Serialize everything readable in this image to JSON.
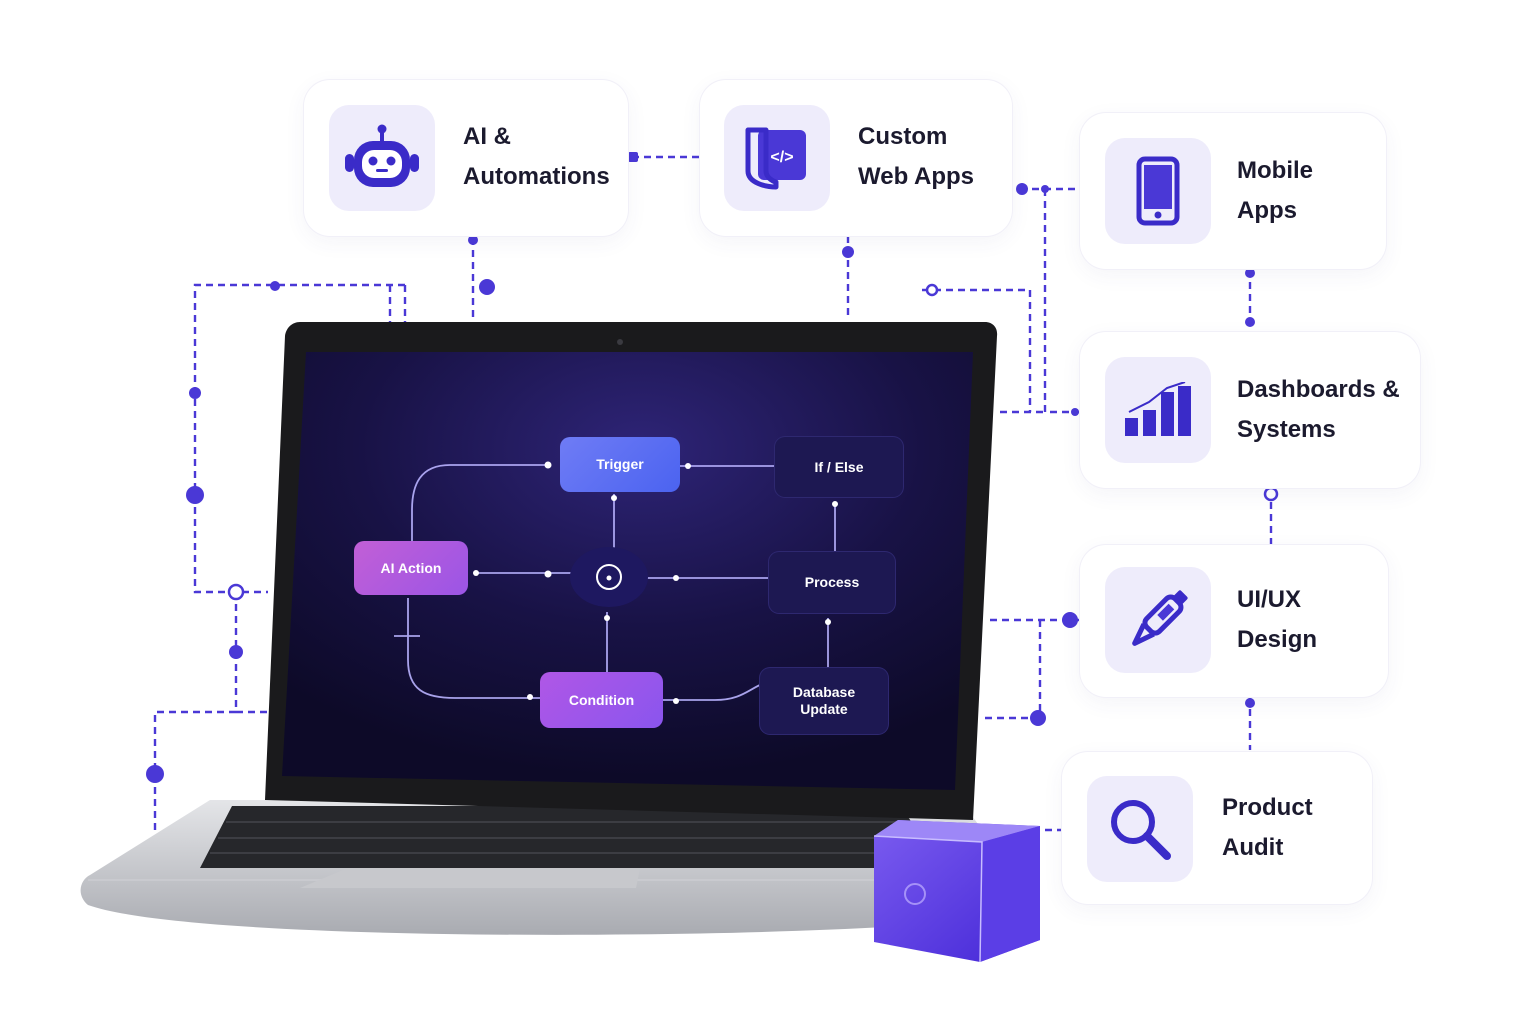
{
  "colors": {
    "accent": "#4a38d6",
    "icon_bg": "#eeecfb",
    "screen": "#141034"
  },
  "cards": [
    {
      "icon": "robot-icon",
      "line1": "AI &",
      "line2": "Automations"
    },
    {
      "icon": "web-app-icon",
      "line1": "Custom",
      "line2": "Web Apps"
    },
    {
      "icon": "mobile-phone-icon",
      "line1": "Mobile",
      "line2": "Apps"
    },
    {
      "icon": "bar-chart-icon",
      "line1": "Dashboards &",
      "line2": "Systems"
    },
    {
      "icon": "pen-tool-icon",
      "line1": "UI/UX",
      "line2": "Design"
    },
    {
      "icon": "magnifier-icon",
      "line1": "Product",
      "line2": "Audit"
    }
  ],
  "flow": {
    "trigger": "Trigger",
    "if_else": "If / Else",
    "ai_action": "AI Action",
    "process": "Process",
    "condition": "Condition",
    "database_line1": "Database",
    "database_line2": "Update"
  }
}
